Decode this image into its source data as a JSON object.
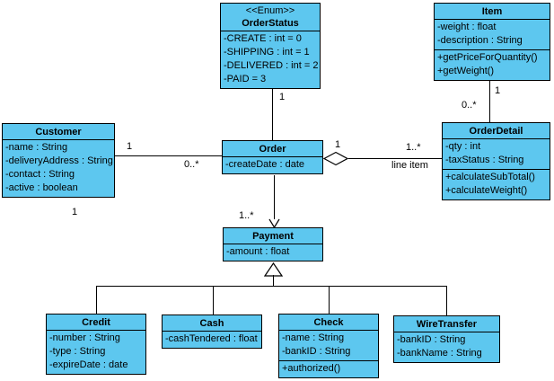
{
  "diagram_title": "Order / Payment UML class diagram",
  "colors": {
    "class_fill": "#5dc7ef",
    "line_color": "#000000",
    "background": "#ffffff",
    "text": "#000000"
  },
  "classes": {
    "order_status": {
      "stereotype": "<<Enum>>",
      "name": "OrderStatus",
      "attributes": [
        "-CREATE : int = 0",
        "-SHIPPING : int = 1",
        "-DELIVERED : int = 2",
        "-PAID = 3"
      ]
    },
    "item": {
      "name": "Item",
      "attributes": [
        "-weight : float",
        "-description : String"
      ],
      "methods": [
        "+getPriceForQuantity()",
        "+getWeight()"
      ]
    },
    "customer": {
      "name": "Customer",
      "attributes": [
        "-name : String",
        "-deliveryAddress : String",
        "-contact : String",
        "-active : boolean"
      ]
    },
    "order": {
      "name": "Order",
      "attributes": [
        "-createDate : date"
      ]
    },
    "order_detail": {
      "name": "OrderDetail",
      "attributes": [
        "-qty : int",
        "-taxStatus : String"
      ],
      "methods": [
        "+calculateSubTotal()",
        "+calculateWeight()"
      ]
    },
    "payment": {
      "name": "Payment",
      "attributes": [
        "-amount : float"
      ]
    },
    "credit": {
      "name": "Credit",
      "attributes": [
        "-number : String",
        "-type : String",
        "-expireDate : date"
      ]
    },
    "cash": {
      "name": "Cash",
      "attributes": [
        "-cashTendered : float"
      ]
    },
    "check": {
      "name": "Check",
      "attributes": [
        "-name : String",
        "-bankID : String"
      ],
      "methods": [
        "+authorized()"
      ]
    },
    "wire_transfer": {
      "name": "WireTransfer",
      "attributes": [
        "-bankID : String",
        "-bankName : String"
      ]
    }
  },
  "labels": {
    "orderstatus_order_mult": "1",
    "customer_end_mult": "1",
    "order_end_mult": "0..*",
    "item_end_mult": "1",
    "orderdetail_item_end_mult": "0..*",
    "order_aggregation_mult": "1",
    "orderdetail_end_mult": "1..*",
    "line_item_role": "line item",
    "payment_end_mult": "1..*",
    "customer_floating_mult": "1"
  }
}
